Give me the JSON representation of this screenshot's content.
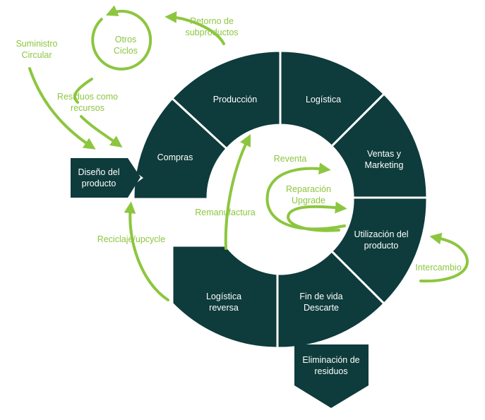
{
  "segments": {
    "produccion": "Producción",
    "logistica": "Logística",
    "ventas": [
      "Ventas y",
      "Marketing"
    ],
    "utilizacion": [
      "Utilización del",
      "producto"
    ],
    "fin_vida": [
      "Fin de vida",
      "Descarte"
    ],
    "logistica_reversa": [
      "Logística",
      "reversa"
    ],
    "compras": "Compras"
  },
  "boxes": {
    "diseno": [
      "Diseño del",
      "producto"
    ],
    "eliminacion": [
      "Eliminación de",
      "residuos"
    ]
  },
  "loops": {
    "otros_ciclos": [
      "Otros",
      "Ciclos"
    ],
    "retorno": [
      "Retorno de",
      "subproductos"
    ],
    "suministro": [
      "Suministro",
      "Circular"
    ],
    "residuos": [
      "Residuos como",
      "recursos"
    ],
    "reciclaje": "Reciclaje/upcycle",
    "remanufactura": "Remanufactura",
    "reventa": "Reventa",
    "reparacion": [
      "Reparación",
      "Upgrade"
    ],
    "intercambio": "Intercambio"
  },
  "colors": {
    "dark": "#0e3b3b",
    "green": "#8cc63f",
    "white": "#ffffff"
  }
}
